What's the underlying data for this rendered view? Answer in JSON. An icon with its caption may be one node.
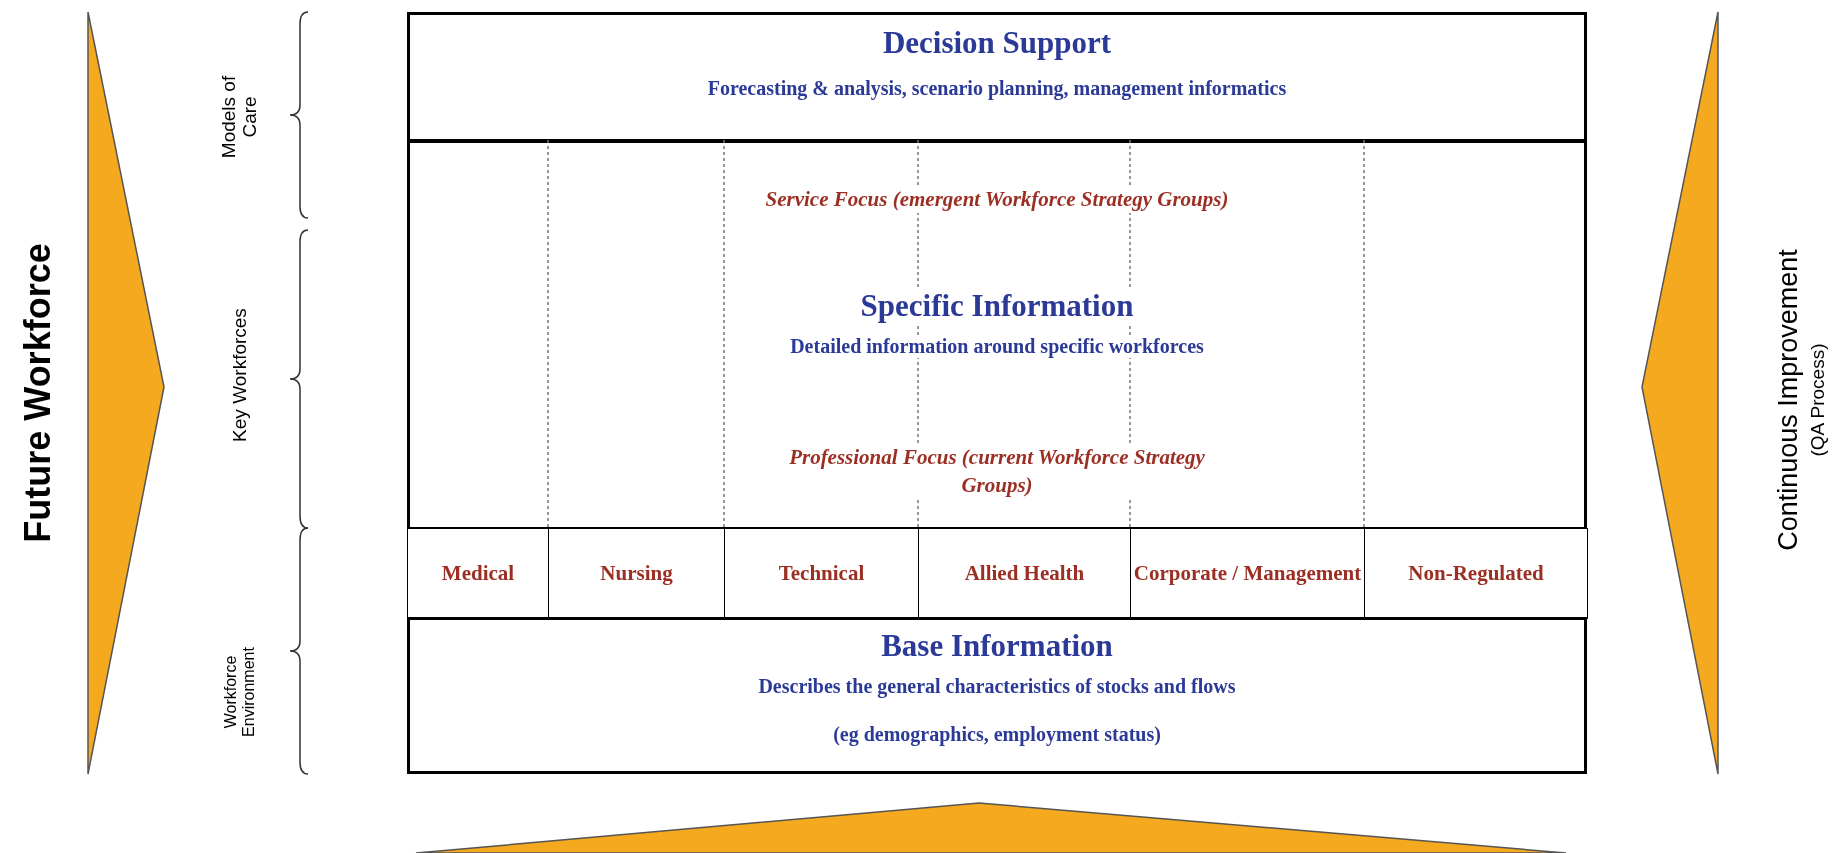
{
  "diagram": {
    "nodes": [
      {
        "text": [
          "Decision Support",
          "Forecasting & analysis, scenario planning, management informatics"
        ]
      },
      {
        "text": [
          "Service Focus (emergent Workforce Strategy Groups)",
          "Specific Information",
          "Detailed information around specific workforces",
          "Professional Focus (current Workforce Strategy Groups)"
        ]
      },
      {
        "text": [
          "Medical"
        ]
      },
      {
        "text": [
          "Nursing"
        ]
      },
      {
        "text": [
          "Technical"
        ]
      },
      {
        "text": [
          "Allied Health"
        ]
      },
      {
        "text": [
          "Corporate / Management"
        ]
      },
      {
        "text": [
          "Non-Regulated"
        ]
      },
      {
        "text": [
          "Base Information",
          "Describes the general characteristics of stocks and flows",
          "(eg demographics, employment status)"
        ]
      }
    ],
    "edges": [],
    "labels": [
      "Future Workforce",
      "Models of Care",
      "Key Workforces",
      "Workforce Environment",
      "Continuous Improvement",
      "(QA Process)"
    ]
  }
}
